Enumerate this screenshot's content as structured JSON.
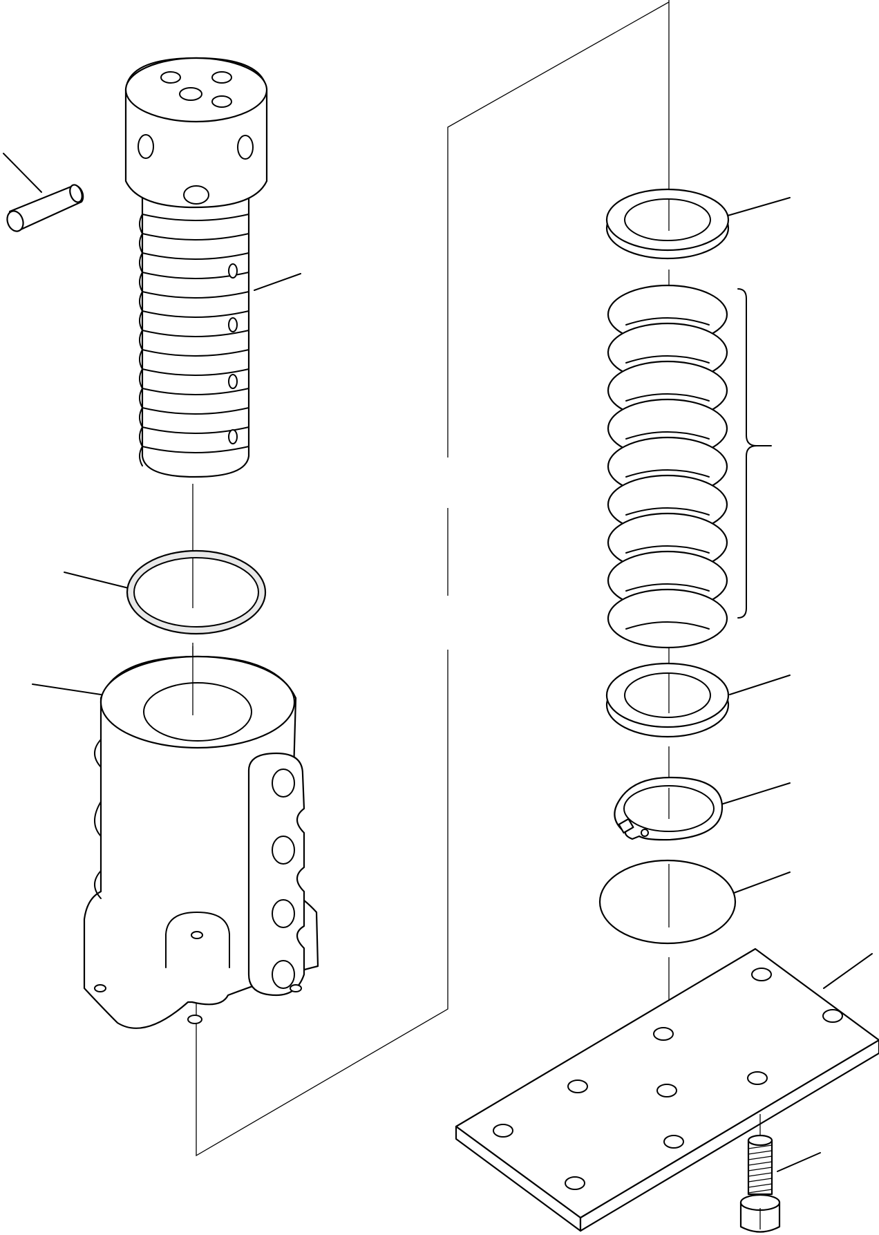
{
  "drawing": {
    "type": "exploded parts diagram",
    "line_color": "#000000",
    "background_color": "#ffffff",
    "parts": [
      {
        "id": "dowel-pin",
        "icon": "pin"
      },
      {
        "id": "spool",
        "icon": "threaded-spool"
      },
      {
        "id": "seal-ring",
        "icon": "o-ring"
      },
      {
        "id": "valve-body",
        "icon": "housing"
      },
      {
        "id": "upper-washer",
        "icon": "washer"
      },
      {
        "id": "spring",
        "icon": "coil-spring"
      },
      {
        "id": "lower-washer",
        "icon": "washer"
      },
      {
        "id": "snap-ring",
        "icon": "circlip"
      },
      {
        "id": "disc",
        "icon": "disc"
      },
      {
        "id": "cover-plate",
        "icon": "plate"
      },
      {
        "id": "cap-screw",
        "icon": "socket-head-screw"
      }
    ]
  }
}
